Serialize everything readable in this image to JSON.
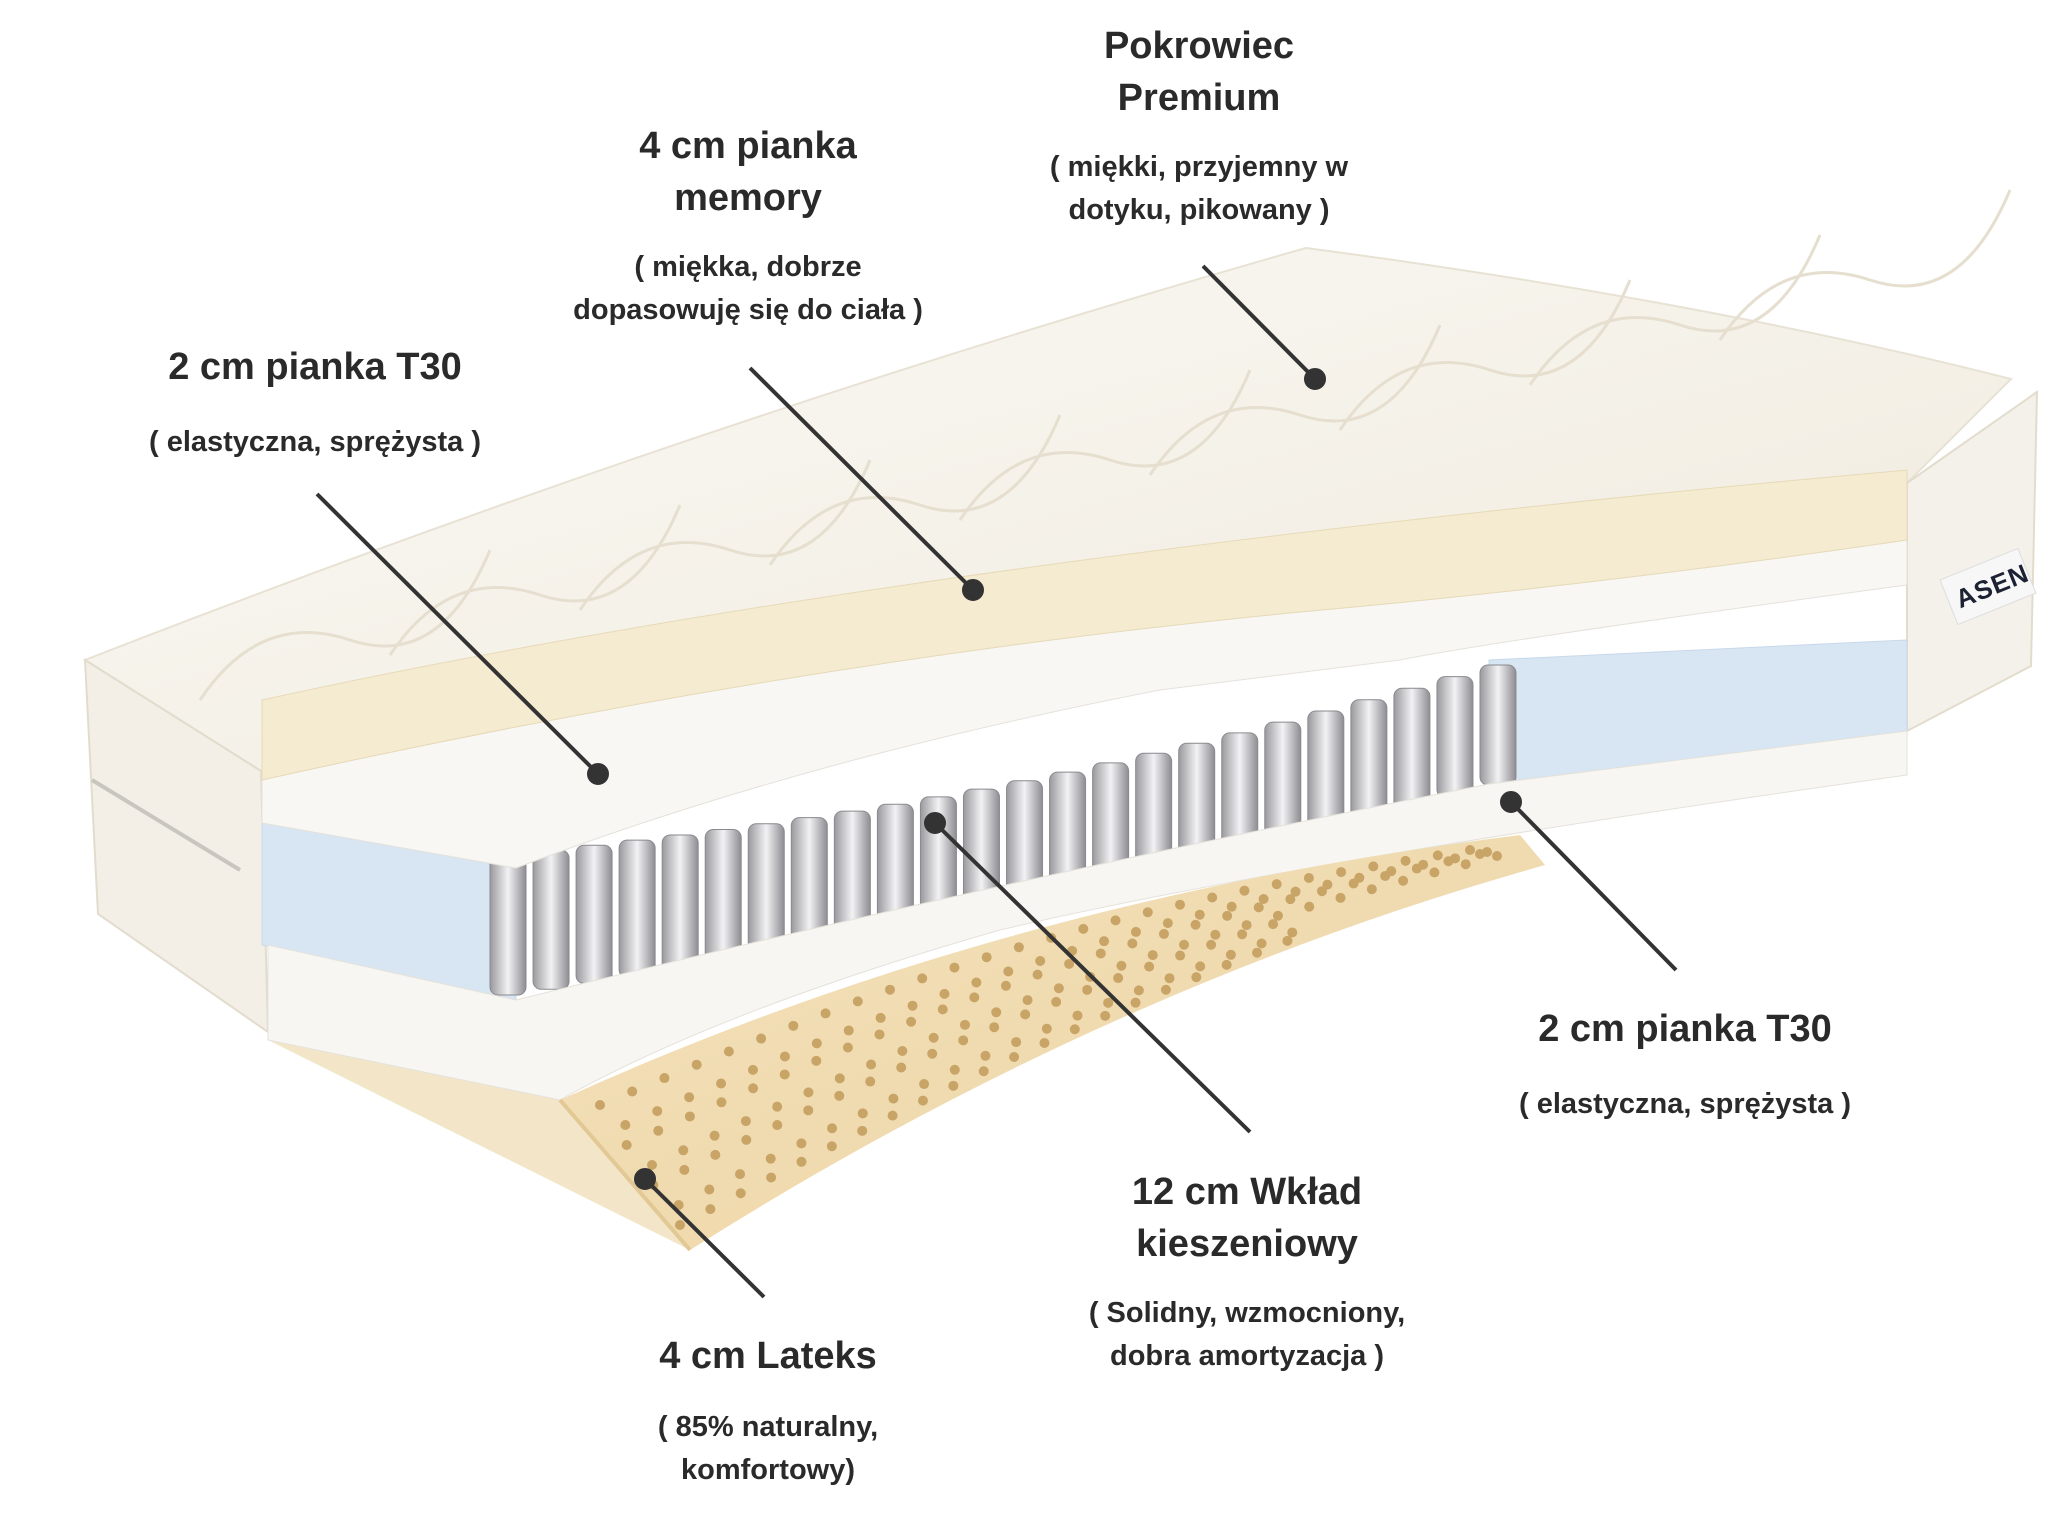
{
  "brand_tag": "ASEN",
  "labels": {
    "cover": {
      "title_1": "Pokrowiec",
      "title_2": "Premium",
      "sub_1": "( miękki, przyjemny w",
      "sub_2": "dotyku, pikowany )"
    },
    "memory": {
      "title_1": "4 cm pianka",
      "title_2": "memory",
      "sub_1": "( miękka, dobrze",
      "sub_2": "dopasowuję się do ciała )"
    },
    "t30_left": {
      "title_1": "2 cm pianka T30",
      "sub_1": "( elastyczna, sprężysta )"
    },
    "t30_right": {
      "title_1": "2 cm pianka T30",
      "sub_1": "( elastyczna, sprężysta )"
    },
    "pocket": {
      "title_1": "12 cm Wkład",
      "title_2": "kieszeniowy",
      "sub_1": "( Solidny, wzmocniony,",
      "sub_2": "dobra amortyzacja )"
    },
    "latex": {
      "title_1": "4 cm Lateks",
      "sub_1": "( 85% naturalny,",
      "sub_2": "komfortowy)"
    }
  },
  "colors": {
    "text": "#2a2a2a",
    "leader": "#333333",
    "cover": "#f8f5ee",
    "memory_foam": "#f5ebd0",
    "t30_white": "#f7f6f3",
    "blue_foam": "#d8e6f3",
    "latex": "#f1dcb0"
  }
}
